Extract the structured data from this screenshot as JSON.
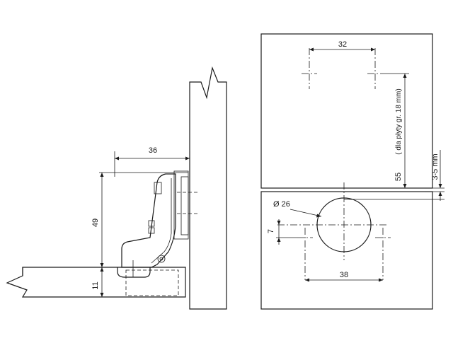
{
  "side_view": {
    "dim_width": "36",
    "dim_height": "49",
    "dim_base": "11"
  },
  "front_view": {
    "dim_top_spacing": "32",
    "dim_vertical": "55",
    "dim_vertical_note": "( dla płyty gr. 18 mm)",
    "dim_gap": "3-5 mm",
    "dim_cup_diameter": "Ø 26",
    "dim_offset": "7",
    "dim_bottom_spacing": "38"
  },
  "colors": {
    "line": "#1a1a1a",
    "background": "#ffffff"
  }
}
